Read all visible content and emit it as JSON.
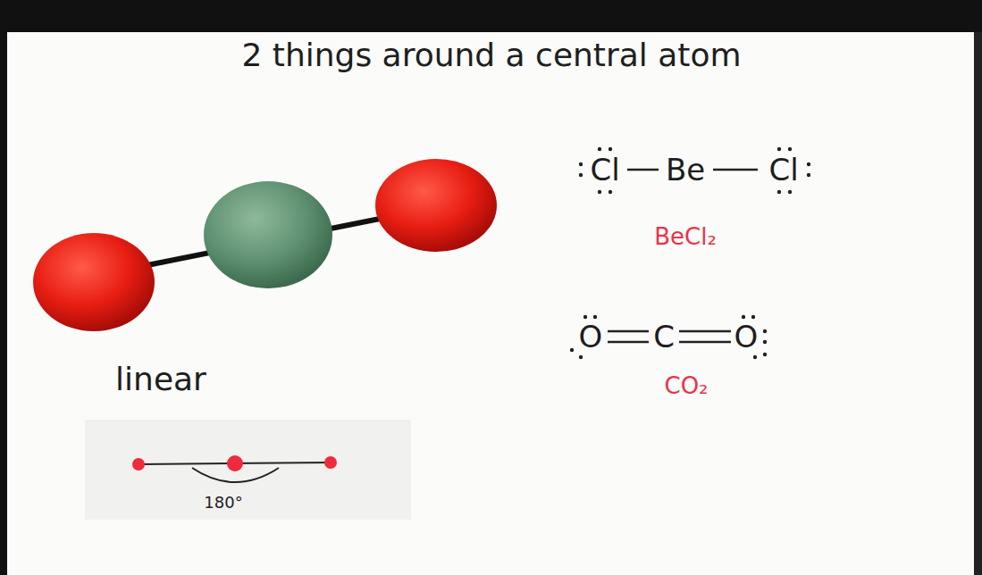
{
  "diagram": {
    "title": "2 things around a central atom",
    "labels": [
      "linear",
      "180°",
      "Cl",
      "Be",
      "Cl",
      "BeCl₂",
      "O",
      "C",
      "O",
      "CO₂"
    ]
  }
}
